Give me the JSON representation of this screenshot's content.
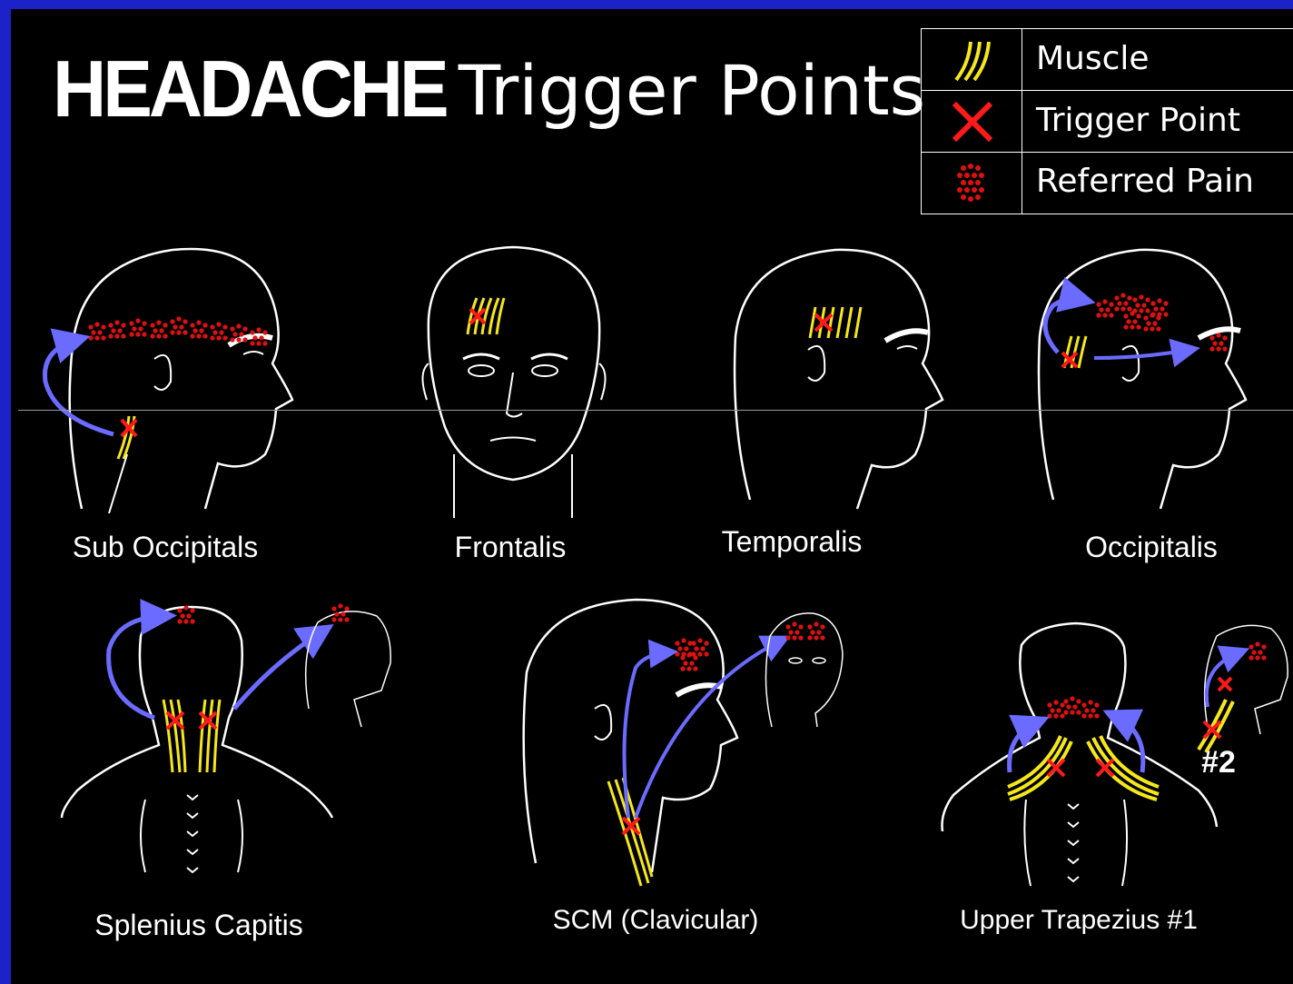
{
  "title": {
    "bold": "HEADACHE",
    "light": "Trigger Points"
  },
  "legend": [
    {
      "icon": "muscle-strands-icon",
      "label": "Muscle"
    },
    {
      "icon": "red-x-icon",
      "label": "Trigger Point"
    },
    {
      "icon": "referred-pain-dots-icon",
      "label": "Referred Pain"
    }
  ],
  "labels": {
    "sub_occipitals": "Sub Occipitals",
    "frontalis": "Frontalis",
    "temporalis": "Temporalis",
    "occipitalis": "Occipitalis",
    "splenius_capitis": "Splenius Capitis",
    "scm": "SCM (Clavicular)",
    "upper_trapezius": "Upper Trapezius #1",
    "trapezius_2": "#2"
  },
  "colors": {
    "frame": "#1a22c8",
    "muscle": "#f5e71a",
    "trigger": "#ff1a1a",
    "pain": "#e01010",
    "arrow": "#6b6bff"
  }
}
